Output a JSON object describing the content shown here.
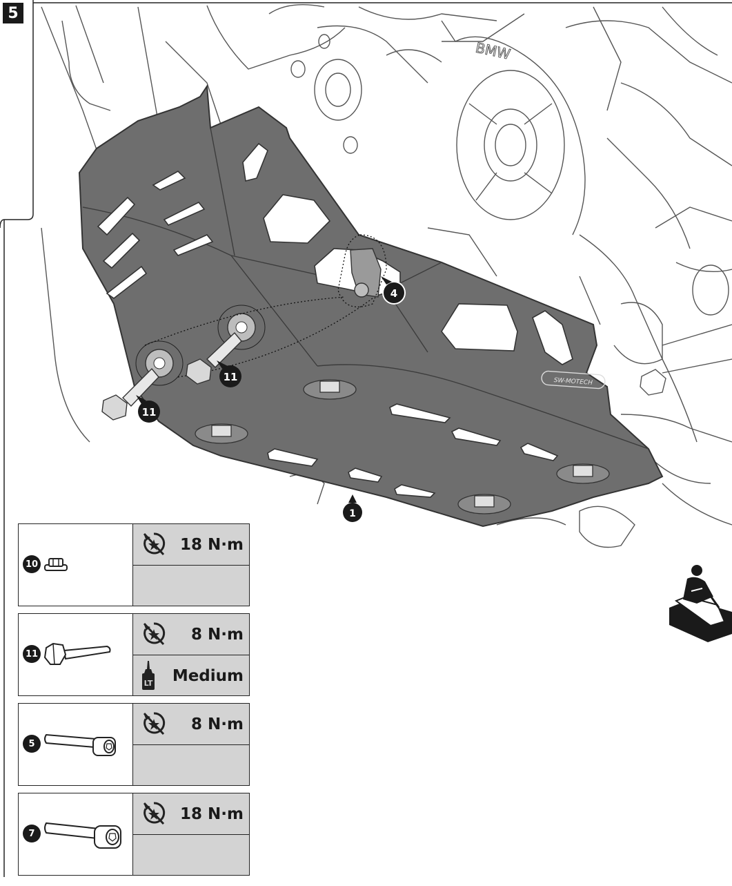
{
  "step": {
    "number": "5"
  },
  "diagram": {
    "brand_text": "BMW",
    "logo_text": "SW-MOTECH",
    "callouts": [
      {
        "id": "callout-1",
        "label": "1"
      },
      {
        "id": "callout-4",
        "label": "4"
      },
      {
        "id": "callout-11-upper",
        "label": "11"
      },
      {
        "id": "callout-11-lower",
        "label": "11"
      }
    ]
  },
  "spec_tables": [
    {
      "part": "10",
      "part_type": "flange-nut",
      "torque": "18 N·m",
      "loctite": ""
    },
    {
      "part": "11",
      "part_type": "hex-bolt",
      "torque": "8 N·m",
      "loctite": "Medium"
    },
    {
      "part": "5",
      "part_type": "socket-cap-screw",
      "torque": "8 N·m",
      "loctite": ""
    },
    {
      "part": "7",
      "part_type": "socket-cap-screw-long",
      "torque": "18 N·m",
      "loctite": ""
    }
  ],
  "icons": {
    "torque": "torque-wrench-icon",
    "loctite": "threadlocker-bottle-icon",
    "workshop": "workshop-helper-icon"
  },
  "colors": {
    "plate": "#6e6e6e",
    "plate_dark": "#4a4a4a",
    "line_art": "#555555",
    "table_shade": "#d3d3d3",
    "badge": "#1a1a1a"
  }
}
